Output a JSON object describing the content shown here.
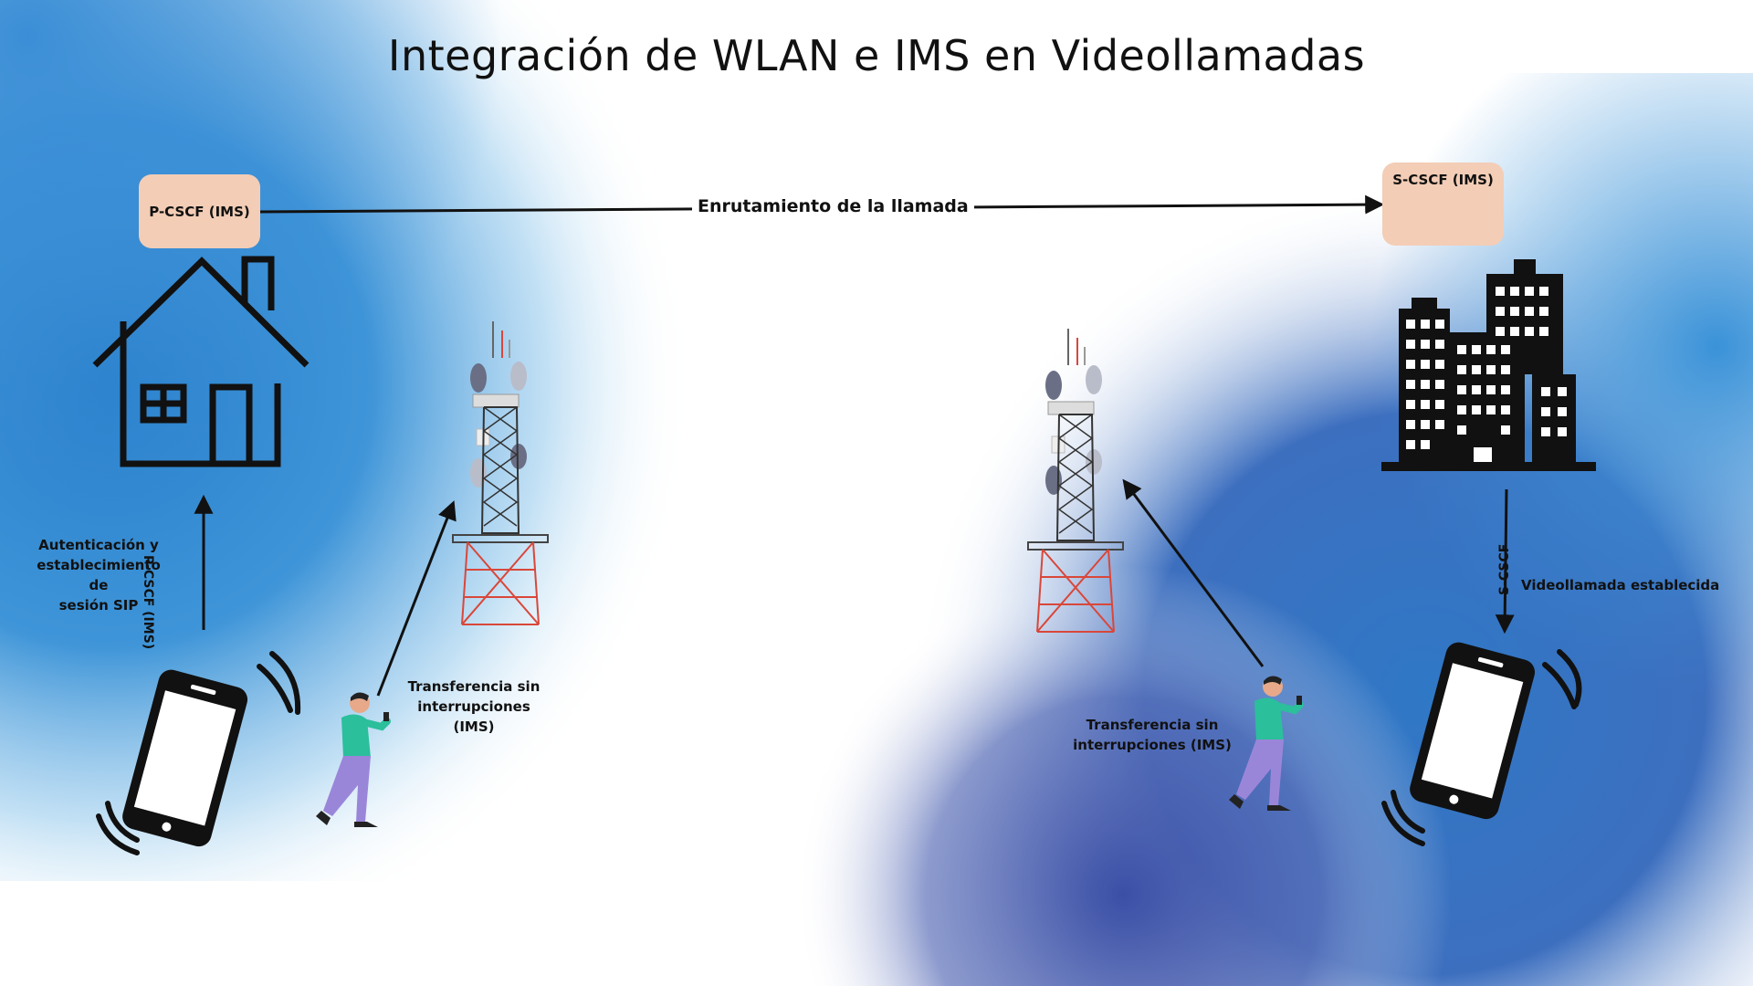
{
  "title": "Integración de WLAN e IMS en Videollamadas",
  "nodes": {
    "p_cscf": "P-CSCF (IMS)",
    "s_cscf": "S-CSCF (IMS)"
  },
  "labels": {
    "routing": "Enrutamiento de la llamada",
    "auth_line1": "Autenticación y",
    "auth_line2": "establecimiento de",
    "auth_line3": "sesión SIP",
    "vertical_left": "P-CSCF (IMS)",
    "vertical_right": "S-CSCF",
    "transfer_left_line1": "Transferencia sin",
    "transfer_left_line2": "interrupciones (IMS)",
    "transfer_right_line1": "Transferencia sin",
    "transfer_right_line2": "interrupciones (IMS)",
    "video_established": "Videollamada establecida"
  },
  "colors": {
    "blue": "#2a80cc",
    "deep_blue": "#3f63b3",
    "box": "#f3cdb6",
    "tower_red": "#d9473a",
    "person_shirt": "#2bbf9b",
    "person_pants": "#9a86d9"
  },
  "icons": [
    "house-icon",
    "office-buildings-icon",
    "cell-tower-icon",
    "smartphone-icon",
    "walking-person-icon"
  ]
}
